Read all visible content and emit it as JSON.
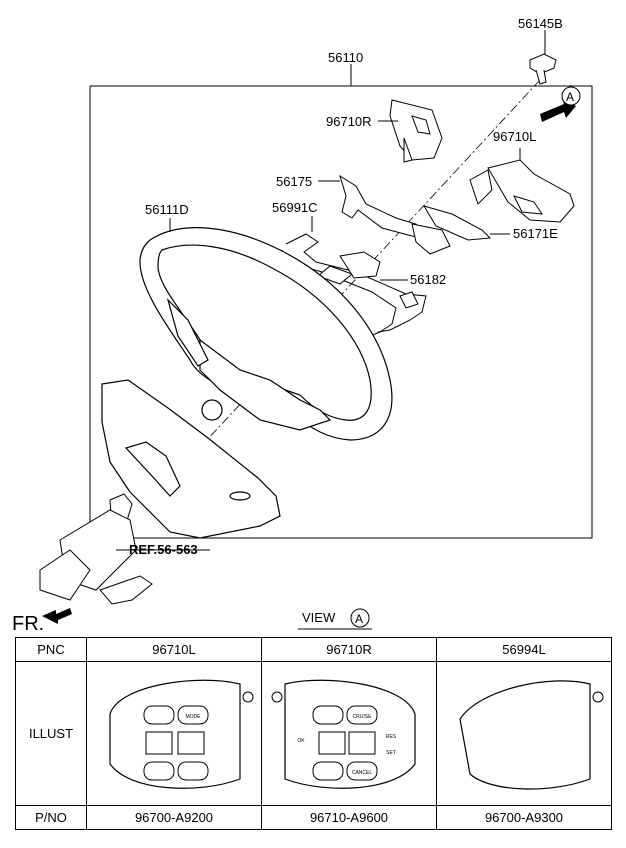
{
  "callouts": {
    "c56145B": "56145B",
    "c56110": "56110",
    "c96710R": "96710R",
    "c96710L": "96710L",
    "c56175": "56175",
    "c56111D": "56111D",
    "c56991C": "56991C",
    "c56171E": "56171E",
    "c56182": "56182",
    "ref": "REF.56-563",
    "view_marker": "A",
    "fr": "FR."
  },
  "view": {
    "label": "VIEW",
    "marker": "A"
  },
  "table": {
    "header": {
      "col0": "PNC",
      "col1": "96710L",
      "col2": "96710R",
      "col3": "56994L"
    },
    "illust_label": "ILLUST",
    "pno": {
      "col0": "P/NO",
      "col1": "96700-A9200",
      "col2": "96710-A9600",
      "col3": "96700-A9300"
    },
    "switch_labels": {
      "mode": "MODE",
      "cruise": "CRUISE",
      "cancel": "CANCEL",
      "res": "RES",
      "set": "SET",
      "ok": "OK"
    }
  }
}
